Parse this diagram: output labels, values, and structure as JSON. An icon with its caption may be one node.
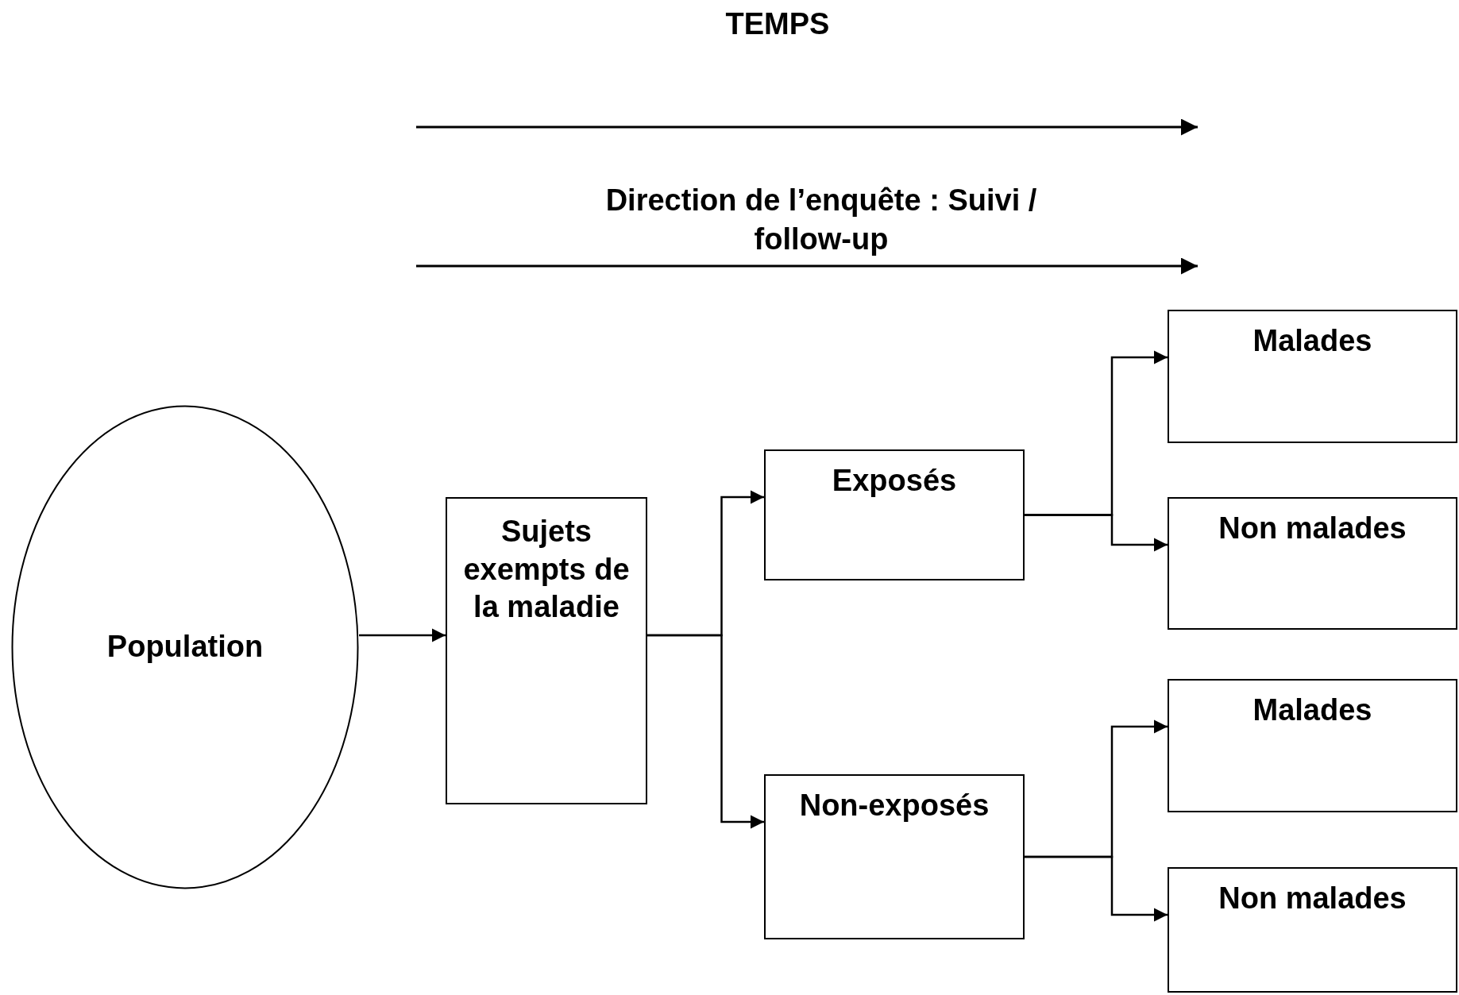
{
  "diagram": {
    "nodes": [
      {
        "text": [
          "Population"
        ]
      },
      {
        "text": [
          "Sujets exempts de la maladie"
        ]
      },
      {
        "text": [
          "Exposés"
        ]
      },
      {
        "text": [
          "Non-exposés"
        ]
      },
      {
        "text": [
          "Malades"
        ]
      },
      {
        "text": [
          "Non malades"
        ]
      },
      {
        "text": [
          "Malades"
        ]
      },
      {
        "text": [
          "Non malades"
        ]
      }
    ],
    "edges": [
      {
        "from": 0,
        "to": 1,
        "arrow": "to"
      },
      {
        "from": 1,
        "to": 2,
        "arrow": "to"
      },
      {
        "from": 1,
        "to": 3,
        "arrow": "to"
      },
      {
        "from": 2,
        "to": 4,
        "arrow": "to"
      },
      {
        "from": 2,
        "to": 5,
        "arrow": "to"
      },
      {
        "from": 3,
        "to": 6,
        "arrow": "to"
      },
      {
        "from": 3,
        "to": 7,
        "arrow": "to"
      }
    ],
    "labels": [
      "TEMPS",
      "Direction de l’enquête : Suivi / follow-up"
    ]
  }
}
